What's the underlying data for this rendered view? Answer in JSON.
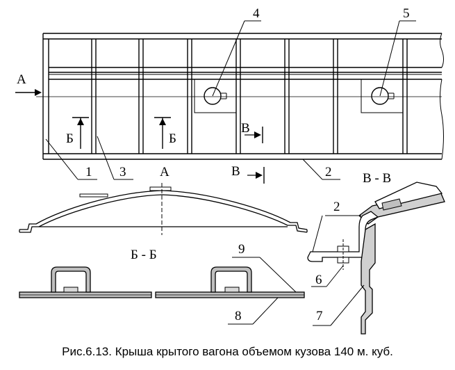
{
  "labels": {
    "callout_1": "1",
    "callout_2": "2",
    "callout_3": "3",
    "callout_4": "4",
    "callout_5": "5",
    "callout_6": "6",
    "callout_7": "7",
    "callout_8": "8",
    "callout_9": "9",
    "view_a_arrow": "A",
    "view_a_title": "A",
    "section_b_left": "Б",
    "section_b_right": "Б",
    "section_b_title": "Б - Б",
    "section_v_upper": "В",
    "section_v_lower": "В",
    "section_v_title": "В - В"
  },
  "caption": "Рис.6.13. Крыша крытого вагона объемом кузова 140 м. куб."
}
